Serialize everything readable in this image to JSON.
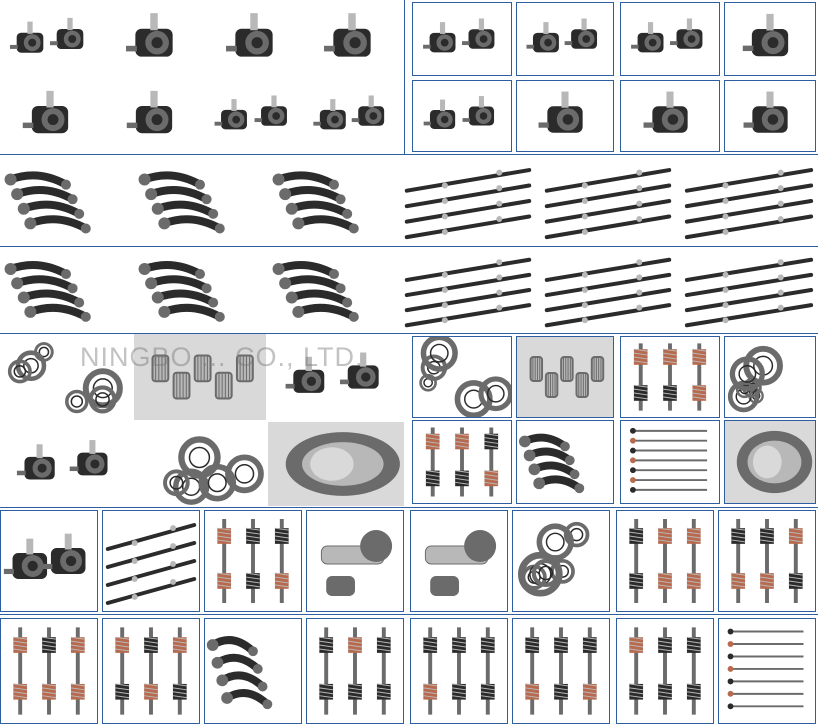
{
  "watermark": "NINGBO ... CO., LTD.",
  "colors": {
    "frame": "#2e5fa0",
    "part_dark": "#2b2b2b",
    "part_mid": "#6b6b6b",
    "part_light": "#b8b8b8",
    "copper": "#b86a4f",
    "grey_bg": "#d9d9d9"
  },
  "tiles": [
    {
      "name": "steering-gear-tile",
      "kind": "gearbox"
    },
    {
      "name": "steering-gear-tile",
      "kind": "gearbox"
    },
    {
      "name": "steering-gear-tile",
      "kind": "gearbox"
    },
    {
      "name": "steering-gear-tile",
      "kind": "gearbox"
    },
    {
      "name": "steering-gear-tile",
      "kind": "gearbox"
    },
    {
      "name": "steering-gear-tile",
      "kind": "gearbox"
    },
    {
      "name": "steering-gear-tile",
      "kind": "gearbox"
    },
    {
      "name": "steering-gear-tile",
      "kind": "gearbox"
    },
    {
      "name": "steering-gear-tile",
      "kind": "gearbox"
    },
    {
      "name": "steering-gear-tile",
      "kind": "gearbox"
    },
    {
      "name": "steering-gear-tile",
      "kind": "gearbox"
    },
    {
      "name": "steering-gear-tile",
      "kind": "gearbox"
    },
    {
      "name": "steering-gear-tile",
      "kind": "gearbox"
    },
    {
      "name": "steering-gear-tile",
      "kind": "gearbox"
    },
    {
      "name": "steering-gear-tile",
      "kind": "gearbox"
    },
    {
      "name": "steering-gear-tile",
      "kind": "gearbox"
    },
    {
      "name": "pitman-arm-tile",
      "kind": "arms"
    },
    {
      "name": "pitman-arm-tile",
      "kind": "arms"
    },
    {
      "name": "pitman-arm-tile",
      "kind": "arms"
    },
    {
      "name": "steering-shaft-tile",
      "kind": "rods"
    },
    {
      "name": "steering-shaft-tile",
      "kind": "rods"
    },
    {
      "name": "steering-shaft-tile",
      "kind": "rods"
    },
    {
      "name": "pitman-arm-tile",
      "kind": "arms"
    },
    {
      "name": "pitman-arm-tile",
      "kind": "arms"
    },
    {
      "name": "pitman-arm-tile",
      "kind": "arms"
    },
    {
      "name": "steering-shaft-tile",
      "kind": "rods"
    },
    {
      "name": "steering-shaft-tile",
      "kind": "rods"
    },
    {
      "name": "steering-shaft-tile",
      "kind": "rods"
    },
    {
      "name": "bearing-tile",
      "kind": "bearings"
    },
    {
      "name": "needle-bearing-tile",
      "kind": "needle"
    },
    {
      "name": "steering-gear-tile",
      "kind": "gearbox"
    },
    {
      "name": "bearing-tile",
      "kind": "bearings"
    },
    {
      "name": "needle-bearing-tile",
      "kind": "needle"
    },
    {
      "name": "worm-shaft-tile",
      "kind": "worms"
    },
    {
      "name": "bearing-tile",
      "kind": "bearings"
    },
    {
      "name": "steering-gear-tile",
      "kind": "gearbox"
    },
    {
      "name": "bearing-tile",
      "kind": "bearings"
    },
    {
      "name": "thrust-bearing-tile",
      "kind": "thrust"
    },
    {
      "name": "worm-shaft-tile",
      "kind": "worms"
    },
    {
      "name": "pitman-arm-tile",
      "kind": "arms"
    },
    {
      "name": "steering-shaft-tile",
      "kind": "pins"
    },
    {
      "name": "thrust-bearing-tile",
      "kind": "thrust"
    },
    {
      "name": "steering-gear-tile",
      "kind": "gearbox"
    },
    {
      "name": "steering-shaft-tile",
      "kind": "rods"
    },
    {
      "name": "worm-shaft-tile",
      "kind": "worms"
    },
    {
      "name": "sector-shaft-tile",
      "kind": "sector"
    },
    {
      "name": "sector-shaft-tile",
      "kind": "sector"
    },
    {
      "name": "bearing-tile",
      "kind": "bearings"
    },
    {
      "name": "worm-shaft-tile",
      "kind": "worms"
    },
    {
      "name": "worm-shaft-tile",
      "kind": "worms"
    },
    {
      "name": "universal-joint-tile",
      "kind": "worms"
    },
    {
      "name": "worm-shaft-tile",
      "kind": "worms"
    },
    {
      "name": "pitman-arm-tile",
      "kind": "arms"
    },
    {
      "name": "worm-shaft-tile",
      "kind": "worms"
    },
    {
      "name": "worm-shaft-tile",
      "kind": "worms"
    },
    {
      "name": "worm-shaft-tile",
      "kind": "worms"
    },
    {
      "name": "worm-shaft-tile",
      "kind": "worms"
    },
    {
      "name": "steering-shaft-tile",
      "kind": "pins"
    }
  ]
}
